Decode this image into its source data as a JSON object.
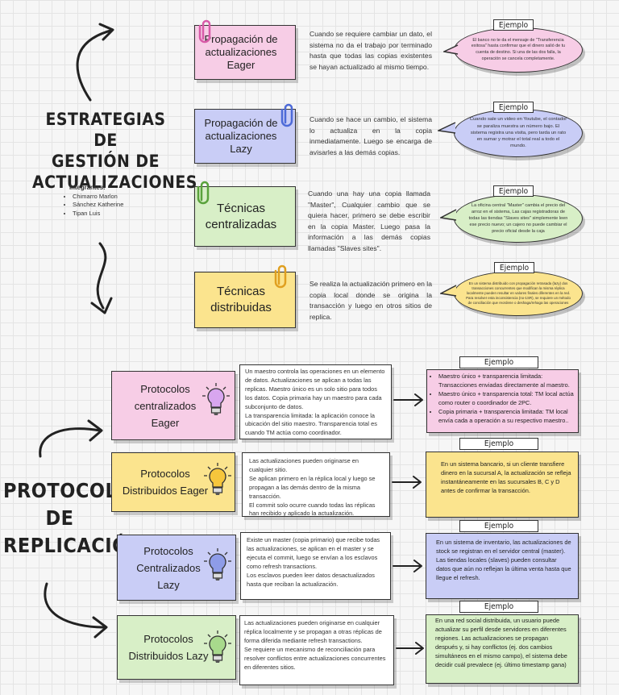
{
  "title1": [
    "ESTRATEGIAS DE",
    "GESTIÓN DE",
    "ACTUALIZACIONES"
  ],
  "members_label": "Integrantes:",
  "members": [
    "Chimarro Marlon",
    "Sánchez Katherine",
    "Tipan Luis"
  ],
  "title2": [
    "PROTOCOLOS",
    "DE",
    "REPLICACIÓN"
  ],
  "colors": {
    "pink": "#f7cde6",
    "blue": "#c9cdf6",
    "green": "#d8efc7",
    "yellow": "#fbe48e"
  },
  "strategies": [
    {
      "lines": [
        "Propagación de",
        "actualizaciones",
        "Eager"
      ],
      "desc": "Cuando se requiere cambiar un dato, el sistema no da el trabajo por terminado hasta que todas las copias existentes se hayan actualizado al mismo tiempo.",
      "example_tag": "Ejemplo",
      "example": "El banco no te da el mensaje de \"Transferencia exitosa\" hasta confirmar que el dinero salió de tu cuenta de destino. Si una de las dos falla, la operación se cancela completamente."
    },
    {
      "lines": [
        "Propagación de",
        "actualizaciones",
        "Lazy"
      ],
      "desc": "Cuando se hace un cambio, el sistema lo actualiza en la copia inmediatamente. Luego se encarga de avisarles a las demás copias.",
      "example_tag": "Ejemplo",
      "example": "Cuando sale un video en Youtube, el contador se paraliza muestra un número bajo. El sistema registra una visita, pero tarda un rato en sumar y motrar el total real a todo el mundo."
    },
    {
      "lines": [
        "Técnicas",
        "centralizadas"
      ],
      "desc": "Cuando una hay una copia llamada \"Master\", Cualquier cambio que se quiera hacer, primero se debe escribir en la copia Master. Luego pasa la información a las demás copias llamadas \"Slaves sites\".",
      "example_tag": "Ejemplo",
      "example": "La oficina central \"Master\" cambia el precio del arroz en el sistema, Las cajas registradoras de todas las tiendas \"Slaves sites\" simplemente leen ese precio nuevo; un cajero no puede cambiar el precio oficial desde la caja"
    },
    {
      "lines": [
        "Técnicas",
        "distribuidas"
      ],
      "desc": "Se realiza la actualización primero en la copia local donde se origina la transacción y luego en otros sitios de replica.",
      "example_tag": "Ejemplo",
      "example": "En un sistema distribuido con propagación retrasada (lazy) dos transacciones concurrentes que modifican la misma réplica localmente pueden resultar en valores finales diferentes en la red. Para resolver esta inconsistencia (no-1SR), se requiere un método de conciliación que reordene o deshaga/rehaga las operaciones"
    }
  ],
  "protocols": [
    {
      "lines": [
        "Protocolos",
        "centralizados",
        "Eager"
      ],
      "desc": [
        "Un maestro controla las operaciones en un elemento de datos. Actualizaciones se aplican a todas las replicas. Maestro único es un solo sitio para todos los datos. Copia primaria hay un maestro para cada subconjunto de datos.",
        "La transparencia limitada: la aplicación conoce la ubicación del sitio maestro. Transparencia total es cuando TM actúa como coordinador."
      ],
      "example_tag": "Ejemplo",
      "example_items": [
        "Maestro único + transparencia limitada: Transacciones enviadas directamente al maestro.",
        "Maestro único + transparencia total: TM local actúa como router o coordinador de 2PC.",
        "Copia primaria + transparencia limitada: TM local envía cada a operación a su respectivo maestro.."
      ]
    },
    {
      "lines": [
        "Protocolos",
        "Distribuidos Eager"
      ],
      "desc": [
        "Las actualizaciones pueden originarse en cualquier sitio.",
        "Se aplican primero en la réplica local y luego se propagan a las demás dentro de la misma transacción.",
        "El commit solo ocurre cuando todas las réplicas han recibido y aplicado la actualización."
      ],
      "example_tag": "Ejemplo",
      "example": "En un sistema bancario, si un cliente transfiere dinero en la sucursal A, la actualización se refleja instantáneamente en las sucursales B, C y D antes de confirmar la transacción."
    },
    {
      "lines": [
        "Protocolos",
        "Centralizados",
        "Lazy"
      ],
      "desc": [
        "Existe un master (copia primario) que recibe todas las actualizaciones, se aplican en el master y se ejecuta el commit, luego se envían a los esclavos como refresh transactions.",
        "Los esclavos pueden leer datos desactualizados hasta que reciban la actualización."
      ],
      "example_tag": "Ejemplo",
      "example": "En un sistema de inventario, las actualizaciones de stock se registran en el servidor central (master). Las tiendas locales (slaves) pueden consultar datos que aún no reflejan la última venta hasta que llegue el refresh."
    },
    {
      "lines": [
        "Protocolos",
        "Distribuidos Lazy"
      ],
      "desc": [
        "Las actualizaciones pueden originarse en cualquier réplica localmente y se propagan a otras réplicas de forma diferida mediante refresh transactions.",
        "Se requiere un mecanismo de reconciliación para resolver conflictos entre actualizaciones concurrentes en diferentes sitios."
      ],
      "example_tag": "Ejemplo",
      "example": "En una red social distribuida, un usuario puede actualizar su perfil desde servidores en diferentes regiones. Las actualizaciones se propagan después y, si hay conflictos (ej. dos cambios simultáneos en el mismo campo), el sistema debe decidir cuál prevalece (ej. último timestamp gana)"
    }
  ]
}
